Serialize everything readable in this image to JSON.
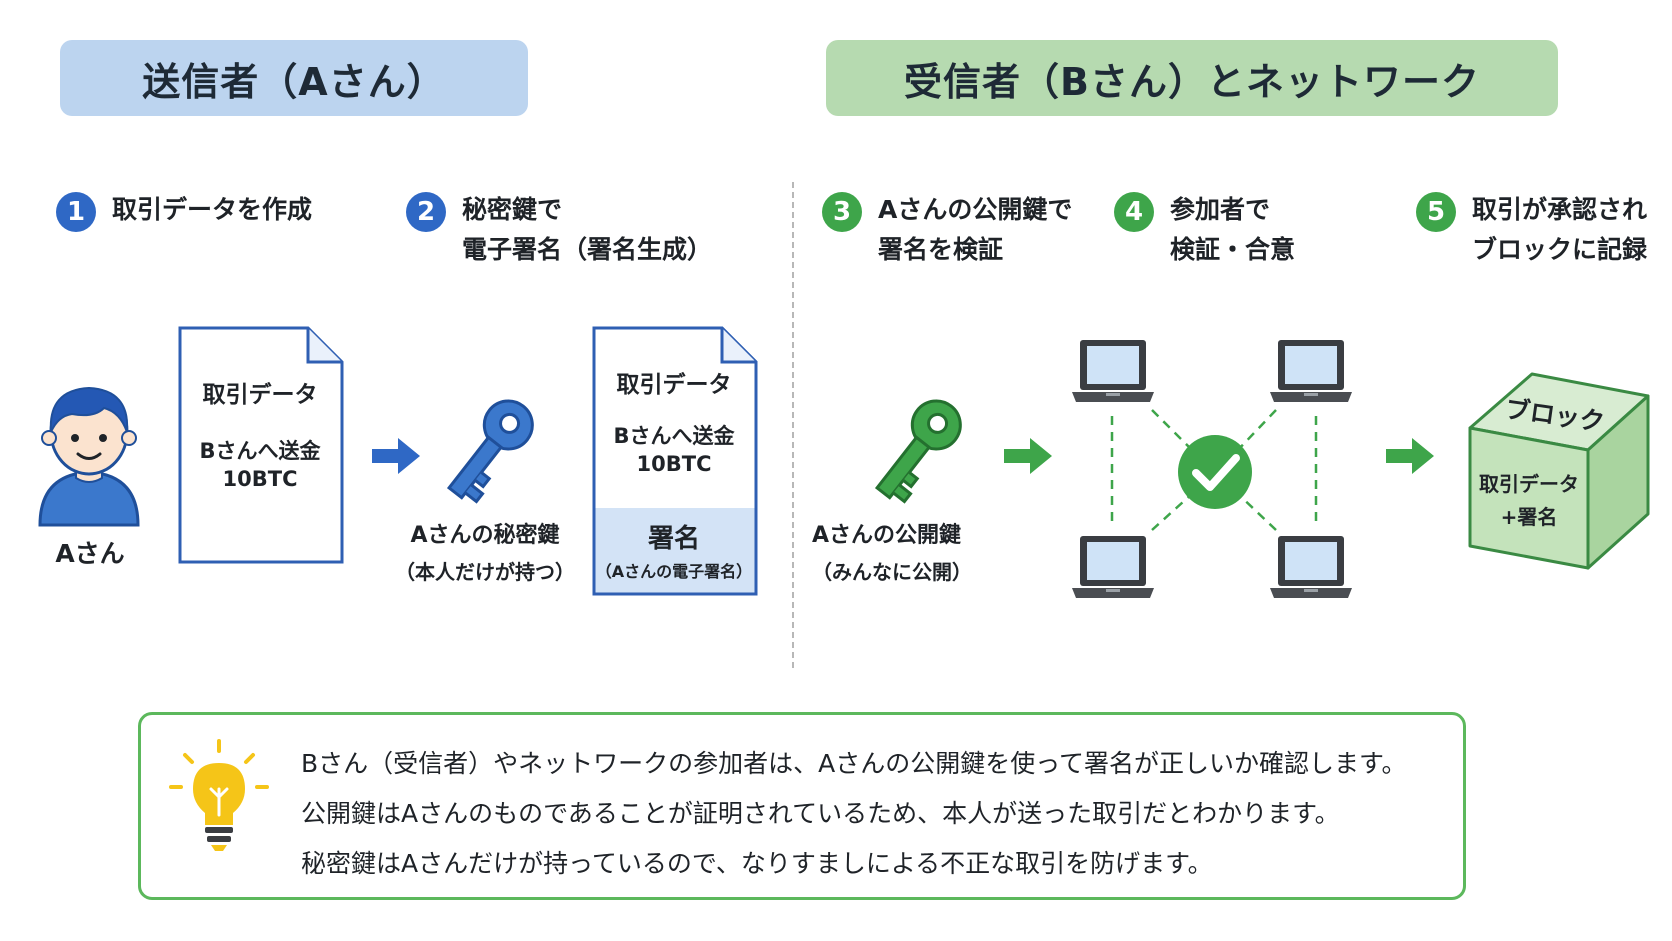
{
  "sender_header": "送信者（Aさん）",
  "receiver_header": "受信者（Bさん）とネットワーク",
  "steps": [
    {
      "num": "1",
      "lines": [
        "取引データを作成"
      ]
    },
    {
      "num": "2",
      "lines": [
        "秘密鍵で",
        "電子署名（署名生成）"
      ]
    },
    {
      "num": "3",
      "lines": [
        "Aさんの公開鍵で",
        "署名を検証"
      ]
    },
    {
      "num": "4",
      "lines": [
        "参加者で",
        "検証・合意"
      ]
    },
    {
      "num": "5",
      "lines": [
        "取引が承認され",
        "ブロックに記録"
      ]
    }
  ],
  "person_label": "Aさん",
  "doc1": {
    "title": "取引データ",
    "line1": "Bさんへ送金",
    "line2": "10BTC"
  },
  "private_key": {
    "label": "Aさんの秘密鍵",
    "sub": "（本人だけが持つ）"
  },
  "doc2": {
    "title": "取引データ",
    "line1": "Bさんへ送金",
    "line2": "10BTC",
    "sig_title": "署名",
    "sig_sub": "（Aさんの電子署名）"
  },
  "public_key": {
    "label": "Aさんの公開鍵",
    "sub": "（みんなに公開）"
  },
  "block": {
    "title": "ブロック",
    "line1": "取引データ",
    "line2": "+署名"
  },
  "note_lines": [
    "Bさん（受信者）やネットワークの参加者は、Aさんの公開鍵を使って署名が正しいか確認します。",
    "公開鍵はAさんのものであることが証明されているため、本人が送った取引だとわかります。",
    "秘密鍵はAさんだけが持っているので、なりすましによる不正な取引を防げます。"
  ],
  "colors": {
    "blue": "#2f68c5",
    "green": "#3ea54a",
    "header_blue": "#bcd4ef",
    "header_green": "#b6dab0"
  }
}
